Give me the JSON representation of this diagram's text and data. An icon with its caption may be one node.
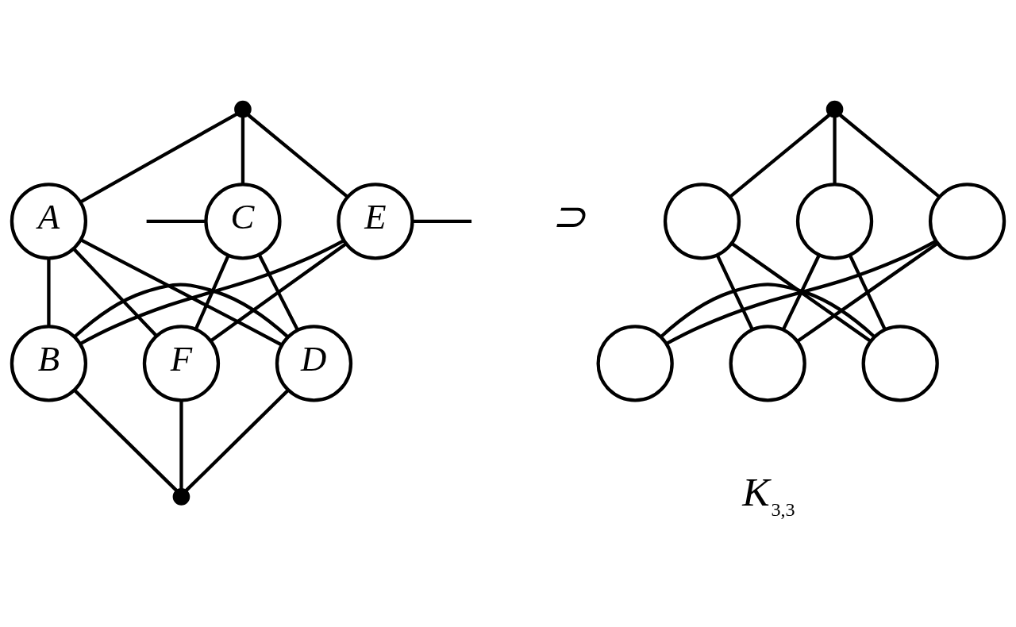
{
  "diagram": {
    "nodes": [
      {
        "text": [],
        "shape": "dot"
      },
      {
        "text": [
          "A"
        ]
      },
      {
        "text": [
          "C"
        ]
      },
      {
        "text": [
          "E"
        ]
      },
      {
        "text": [
          "B"
        ]
      },
      {
        "text": [
          "F"
        ]
      },
      {
        "text": [
          "D"
        ]
      },
      {
        "text": [],
        "shape": "dot"
      },
      {
        "text": [],
        "shape": "dot"
      },
      {
        "text": [],
        "shape": "circle"
      },
      {
        "text": [],
        "shape": "circle"
      },
      {
        "text": [],
        "shape": "circle"
      },
      {
        "text": [],
        "shape": "circle"
      },
      {
        "text": [],
        "shape": "circle"
      },
      {
        "text": [],
        "shape": "circle"
      }
    ],
    "edges": [
      {
        "from": 0,
        "to": 1,
        "arrow": "none"
      },
      {
        "from": 0,
        "to": 2,
        "arrow": "none"
      },
      {
        "from": 0,
        "to": 3,
        "arrow": "none"
      },
      {
        "from": 1,
        "to": 6,
        "arrow": "none"
      },
      {
        "from": 1,
        "to": 4,
        "arrow": "none"
      },
      {
        "from": 1,
        "to": 5,
        "arrow": "none"
      },
      {
        "from": null,
        "to": 2,
        "arrow": "none"
      },
      {
        "from": 2,
        "to": 5,
        "arrow": "none"
      },
      {
        "from": 2,
        "to": 6,
        "arrow": "none"
      },
      {
        "from": 3,
        "to": null,
        "arrow": "none"
      },
      {
        "from": 3,
        "to": 4,
        "arrow": "none"
      },
      {
        "from": 3,
        "to": 5,
        "arrow": "none"
      },
      {
        "from": 4,
        "to": 7,
        "arrow": "none"
      },
      {
        "from": 5,
        "to": 7,
        "arrow": "none"
      },
      {
        "from": 6,
        "to": 7,
        "arrow": "none"
      },
      {
        "from": 4,
        "to": 6,
        "arrow": "none"
      },
      {
        "from": 8,
        "to": 9,
        "arrow": "none"
      },
      {
        "from": 8,
        "to": 10,
        "arrow": "none"
      },
      {
        "from": 8,
        "to": 11,
        "arrow": "none"
      },
      {
        "from": 9,
        "to": 14,
        "arrow": "none"
      },
      {
        "from": 9,
        "to": 13,
        "arrow": "none"
      },
      {
        "from": 10,
        "to": 13,
        "arrow": "none"
      },
      {
        "from": 10,
        "to": 14,
        "arrow": "none"
      },
      {
        "from": 11,
        "to": 12,
        "arrow": "none"
      },
      {
        "from": 11,
        "to": 13,
        "arrow": "none"
      },
      {
        "from": 12,
        "to": 14,
        "arrow": "none"
      }
    ],
    "labels": [
      "⊃",
      "K$_{3,3}$"
    ]
  }
}
